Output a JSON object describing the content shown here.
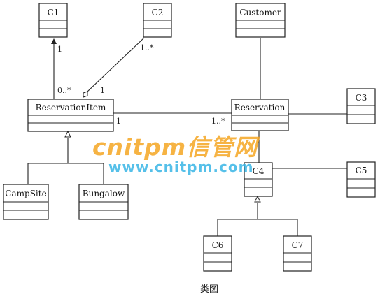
{
  "classes": {
    "c1": "C1",
    "c2": "C2",
    "customer": "Customer",
    "reservation_item": "ReservationItem",
    "reservation": "Reservation",
    "c3": "C3",
    "c4": "C4",
    "c5": "C5",
    "campsite": "CampSite",
    "bungalow": "Bungalow",
    "c6": "C6",
    "c7": "C7"
  },
  "multiplicities": {
    "c1_end": "1",
    "c2_end": "1..*",
    "item_c1_end": "0..*",
    "item_c2_end": "1",
    "item_res_end": "1",
    "res_item_end": "1..*"
  },
  "caption": "类图",
  "watermark": {
    "brand": "cnitpm信管网",
    "url": "www.cnitpm.com",
    "brand_color": "#f5a623",
    "url_color": "#39b6e6"
  }
}
